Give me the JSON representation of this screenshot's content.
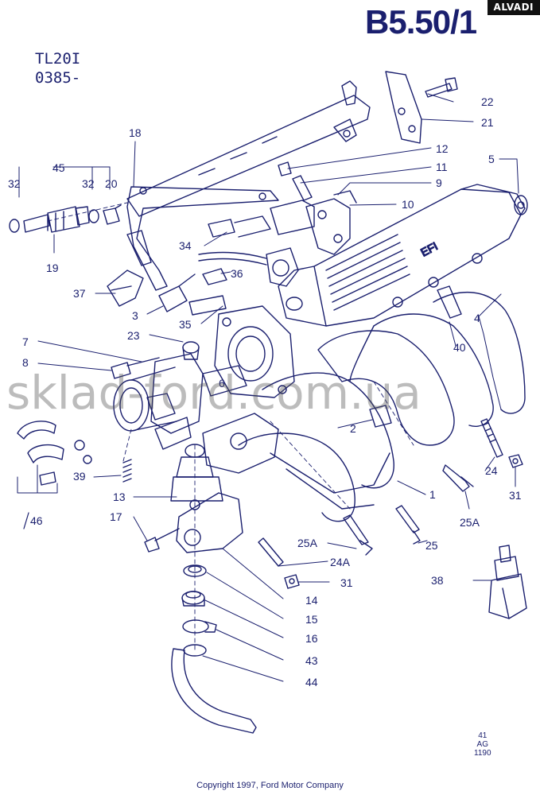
{
  "header": {
    "page_code": "B5.50/1",
    "brand": "ALVADI",
    "model_line1": "TL20I",
    "model_line2": "0385-"
  },
  "diagram": {
    "callouts": [
      "1",
      "2",
      "3",
      "4",
      "5",
      "6",
      "7",
      "8",
      "9",
      "10",
      "11",
      "12",
      "13",
      "14",
      "15",
      "16",
      "17",
      "18",
      "19",
      "20",
      "21",
      "22",
      "23",
      "24",
      "24A",
      "25",
      "25A",
      "31",
      "31",
      "32",
      "32",
      "34",
      "35",
      "36",
      "37",
      "38",
      "39",
      "40",
      "43",
      "44",
      "45",
      "46"
    ],
    "logo_text": "EFI"
  },
  "watermark": "sklad-ford.com.ua",
  "footer": {
    "copyright": "Copyright 1997, Ford Motor Company",
    "ref_line1": "41",
    "ref_line2": "AG",
    "ref_line3": "1190"
  },
  "colors": {
    "ink": "#1a1f6e",
    "background": "#ffffff",
    "brand_bg": "#111111"
  }
}
